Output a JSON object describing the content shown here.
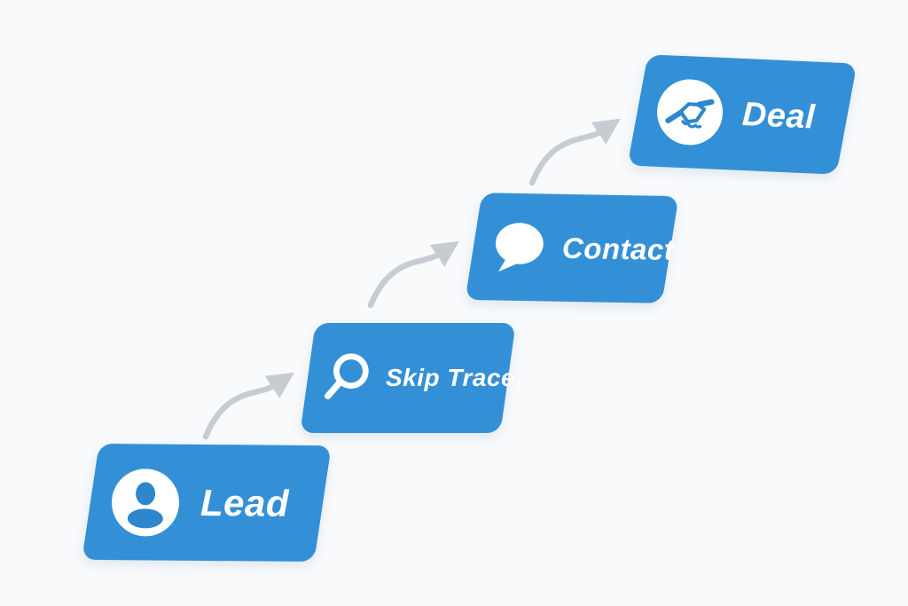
{
  "theme": {
    "card_color": "#3390D6",
    "card_text_color": "#FFFFFF",
    "arrow_color": "#C8CCD2",
    "icon_accent": "#2E86CC",
    "background": "#F8FAFC"
  },
  "diagram": {
    "type": "process-flow",
    "direction": "bottom-left to top-right ascending steps",
    "steps": [
      {
        "label": "Lead",
        "icon": "user-icon"
      },
      {
        "label": "Skip Trace",
        "icon": "search-icon"
      },
      {
        "label": "Contact",
        "icon": "speech-bubble-icon"
      },
      {
        "label": "Deal",
        "icon": "handshake-icon"
      }
    ],
    "connectors": [
      {
        "from": "Lead",
        "to": "Skip Trace",
        "style": "curved-arrow"
      },
      {
        "from": "Skip Trace",
        "to": "Contact",
        "style": "curved-arrow"
      },
      {
        "from": "Contact",
        "to": "Deal",
        "style": "curved-arrow"
      }
    ]
  }
}
